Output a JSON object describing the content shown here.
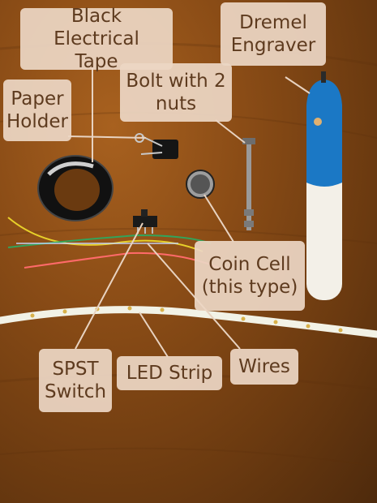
{
  "image": {
    "subject": "electronics parts laid out on a wooden table"
  },
  "labels": {
    "black_electrical_tape": "Black Electrical\nTape",
    "dremel_engraver": "Dremel\nEngraver",
    "paper_holder": "Paper\nHolder",
    "bolt_with_2_nuts": "Bolt with 2\nnuts",
    "coin_cell": "Coin Cell\n(this type)",
    "spst_switch": "SPST\nSwitch",
    "led_strip": "LED Strip",
    "wires": "Wires"
  },
  "colors": {
    "label_bg": "#ecd6c4",
    "label_text": "#5e3b1f",
    "table_wood": "#8a4c16"
  }
}
